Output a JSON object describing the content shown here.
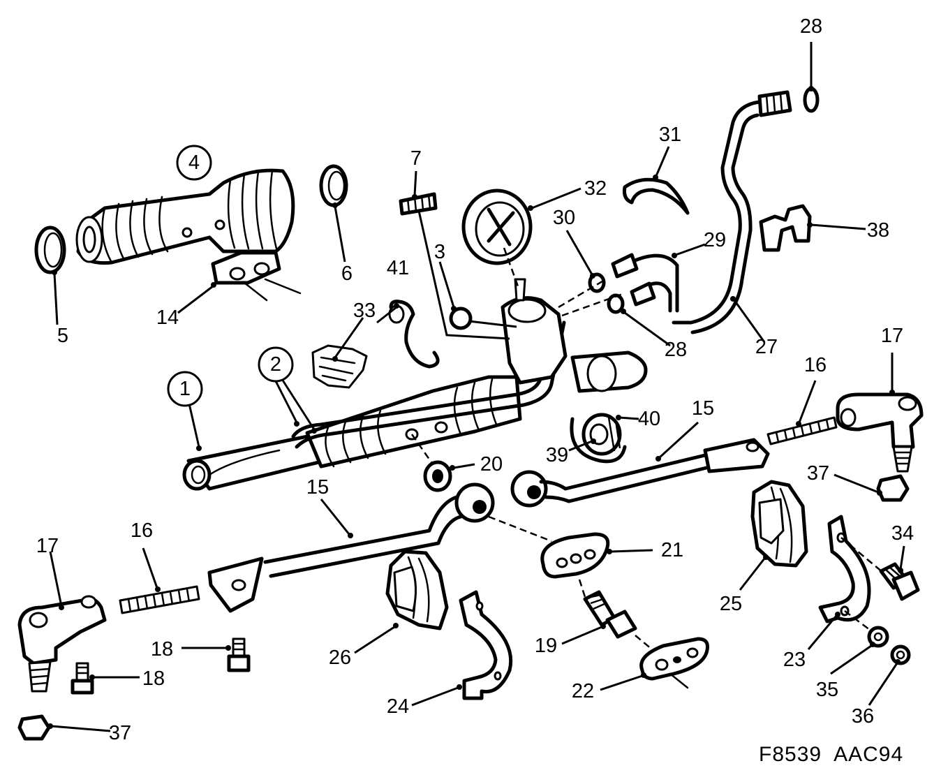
{
  "drawing_code": "F8539  AAC94",
  "callouts": {
    "c1": "1",
    "c2": "2",
    "c3": "3",
    "c4": "4",
    "c5": "5",
    "c6": "6",
    "c7": "7",
    "c14": "14",
    "c15a": "15",
    "c15b": "15",
    "c16a": "16",
    "c16b": "16",
    "c17a": "17",
    "c17b": "17",
    "c18a": "18",
    "c18b": "18",
    "c19": "19",
    "c20": "20",
    "c21": "21",
    "c22": "22",
    "c23": "23",
    "c24": "24",
    "c25": "25",
    "c26": "26",
    "c27": "27",
    "c28a": "28",
    "c28b": "28",
    "c29": "29",
    "c30": "30",
    "c31": "31",
    "c32": "32",
    "c33": "33",
    "c34": "34",
    "c35": "35",
    "c36": "36",
    "c37a": "37",
    "c37b": "37",
    "c38": "38",
    "c39": "39",
    "c40": "40",
    "c41": "41"
  }
}
